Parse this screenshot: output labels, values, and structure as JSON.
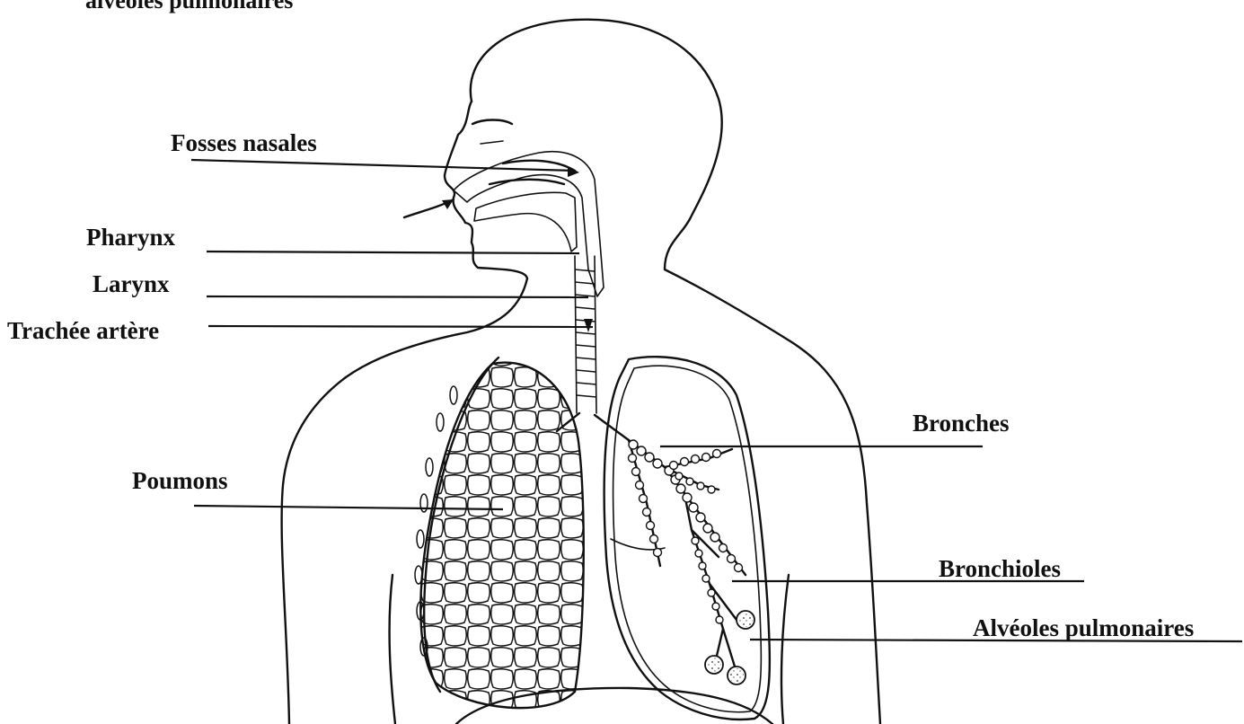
{
  "title_cropped": "alvéoles pulmonaires",
  "labels": {
    "fosses_nasales": "Fosses nasales",
    "pharynx": "Pharynx",
    "larynx": "Larynx",
    "trachee": "Trachée artère",
    "bronches": "Bronches",
    "poumons": "Poumons",
    "bronchioles": "Bronchioles",
    "alveoles": "Alvéoles pulmonaires"
  }
}
